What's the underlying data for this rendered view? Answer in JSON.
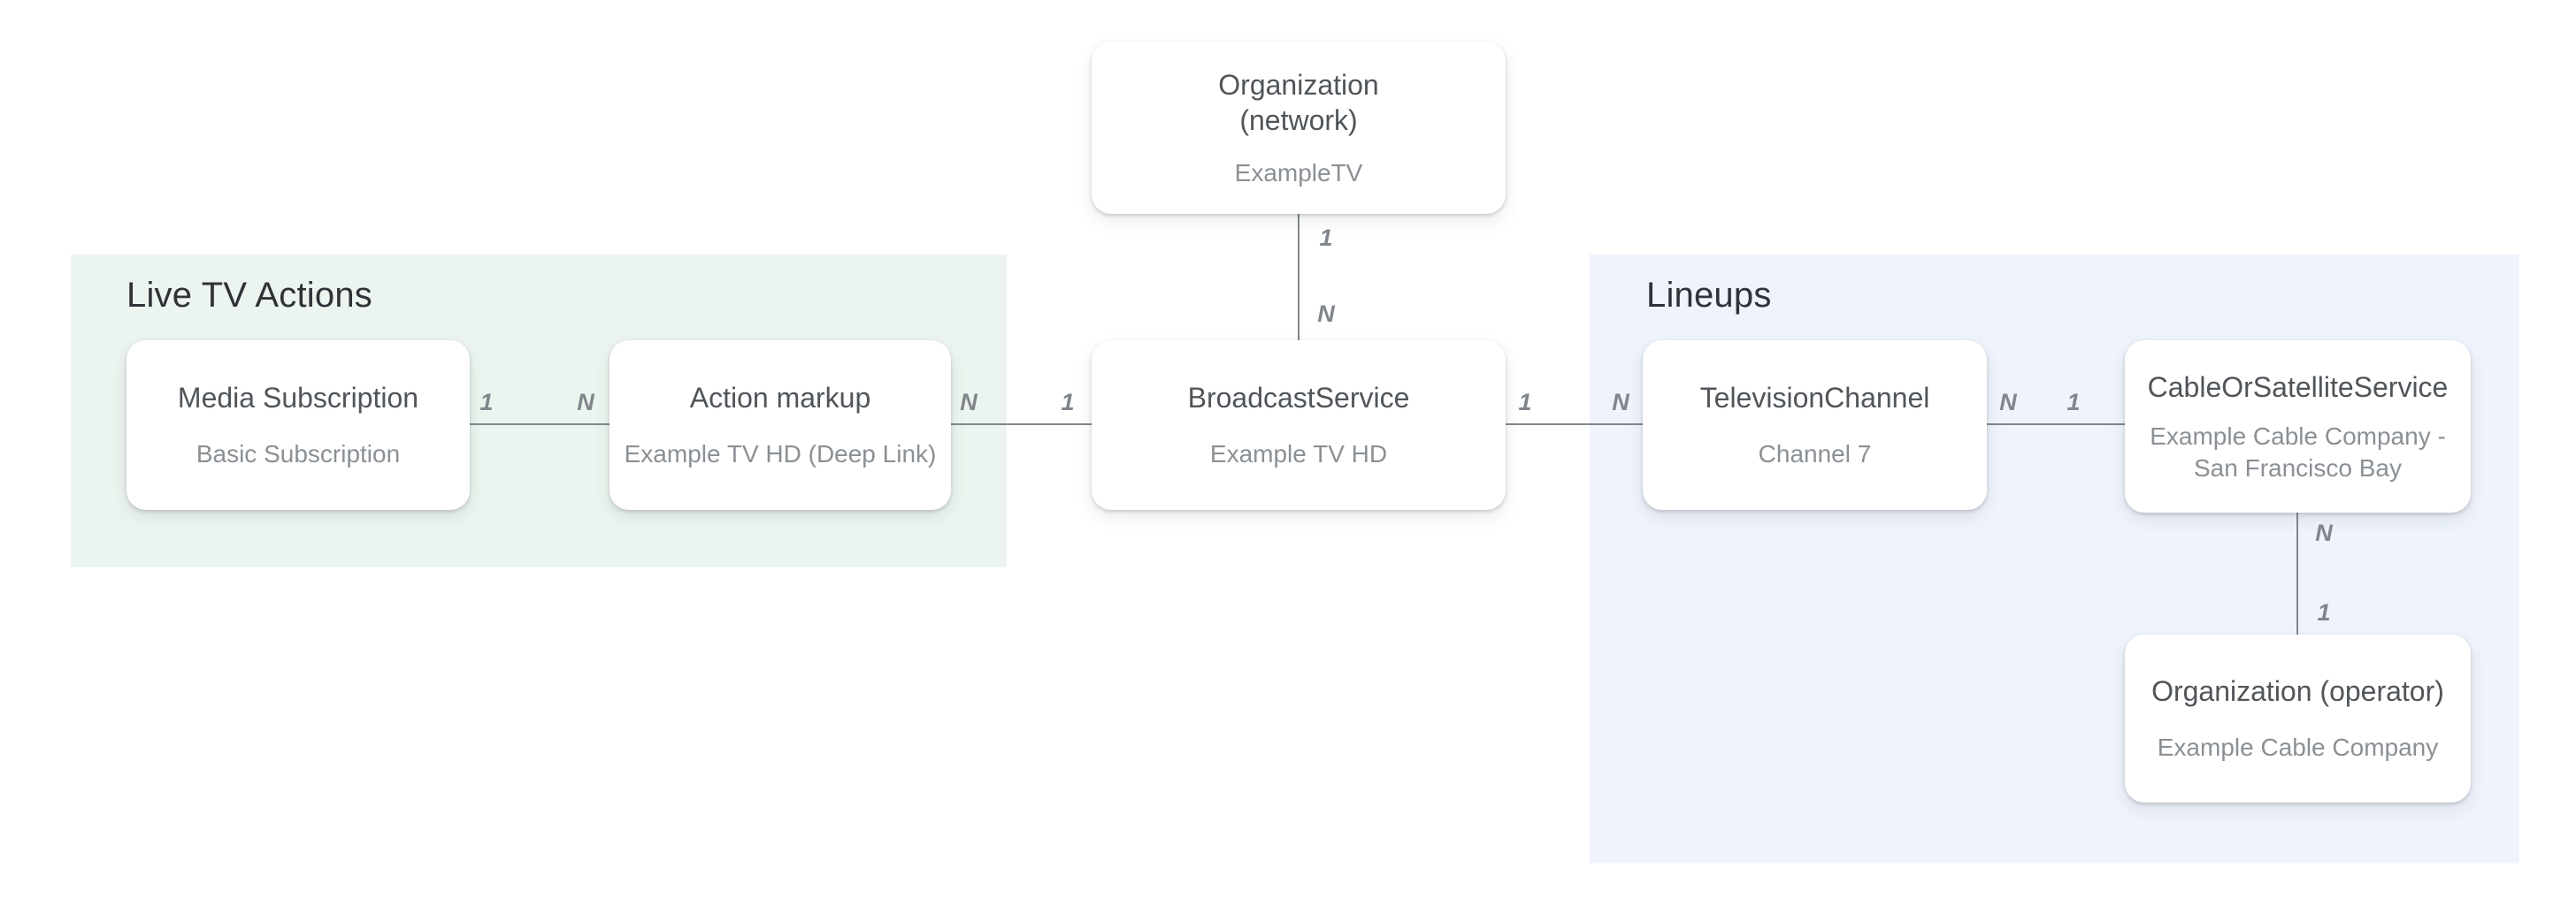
{
  "diagram": {
    "description_colors": {
      "region_green": "#ECF4EF",
      "region_blue": "#EEF3FC",
      "card_background": "#FFFFFF",
      "heading_text": "#2F3337",
      "title_text": "#50555A",
      "subtitle_text": "#8A9095",
      "cardinality_text": "#80868B",
      "connector_line": "#82878D"
    },
    "regions": [
      {
        "id": "live-tv-actions",
        "label": "Live TV Actions"
      },
      {
        "id": "lineups",
        "label": "Lineups"
      }
    ],
    "nodes": [
      {
        "id": "organization-network",
        "title": "Organization (network)",
        "title_lines": [
          "Organization",
          "(network)"
        ],
        "subtitle": "ExampleTV"
      },
      {
        "id": "media-subscription",
        "title": "Media Subscription",
        "subtitle": "Basic Subscription"
      },
      {
        "id": "action-markup",
        "title": "Action markup",
        "subtitle": "Example TV HD (Deep Link)"
      },
      {
        "id": "broadcast-service",
        "title": "BroadcastService",
        "subtitle": "Example TV HD"
      },
      {
        "id": "television-channel",
        "title": "TelevisionChannel",
        "subtitle": "Channel 7"
      },
      {
        "id": "cable-or-satellite-service",
        "title": "CableOrSatelliteService",
        "subtitle": "Example Cable Company - San Francisco Bay"
      },
      {
        "id": "organization-operator",
        "title": "Organization (operator)",
        "subtitle": "Example Cable Company"
      }
    ],
    "connections": [
      {
        "id": "c0",
        "from": "media-subscription",
        "to": "action-markup",
        "orientation": "horizontal",
        "near_from": "1",
        "near_to": "N"
      },
      {
        "id": "c1",
        "from": "action-markup",
        "to": "broadcast-service",
        "orientation": "horizontal",
        "near_from": "N",
        "near_to": "1"
      },
      {
        "id": "c2",
        "from": "broadcast-service",
        "to": "television-channel",
        "orientation": "horizontal",
        "near_from": "1",
        "near_to": "N"
      },
      {
        "id": "c3",
        "from": "television-channel",
        "to": "cable-or-satellite-service",
        "orientation": "horizontal",
        "near_from": "N",
        "near_to": "1"
      },
      {
        "id": "v0",
        "from": "organization-network",
        "to": "broadcast-service",
        "orientation": "vertical",
        "near_from": "1",
        "near_to": "N"
      },
      {
        "id": "v1",
        "from": "cable-or-satellite-service",
        "to": "organization-operator",
        "orientation": "vertical",
        "near_from": "N",
        "near_to": "1"
      }
    ]
  }
}
